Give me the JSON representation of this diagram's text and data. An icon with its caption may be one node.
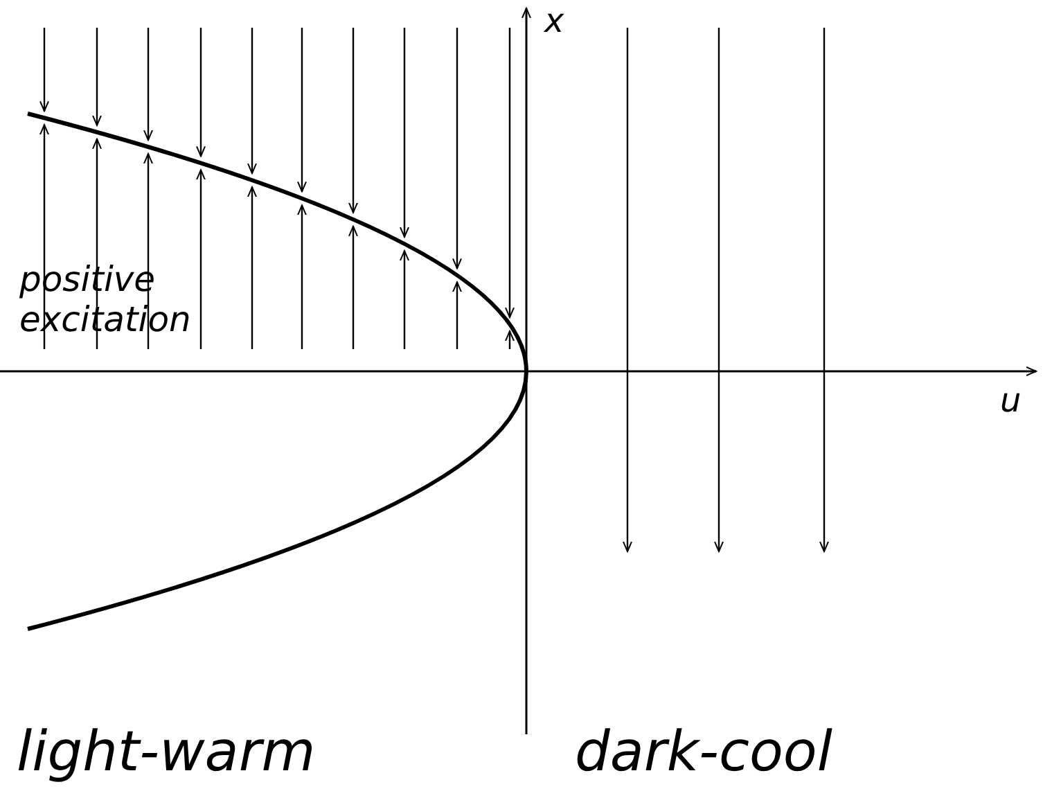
{
  "diagram": {
    "labels": [
      "x",
      "u",
      "positive excitation",
      "light-warm",
      "dark-cool"
    ]
  }
}
